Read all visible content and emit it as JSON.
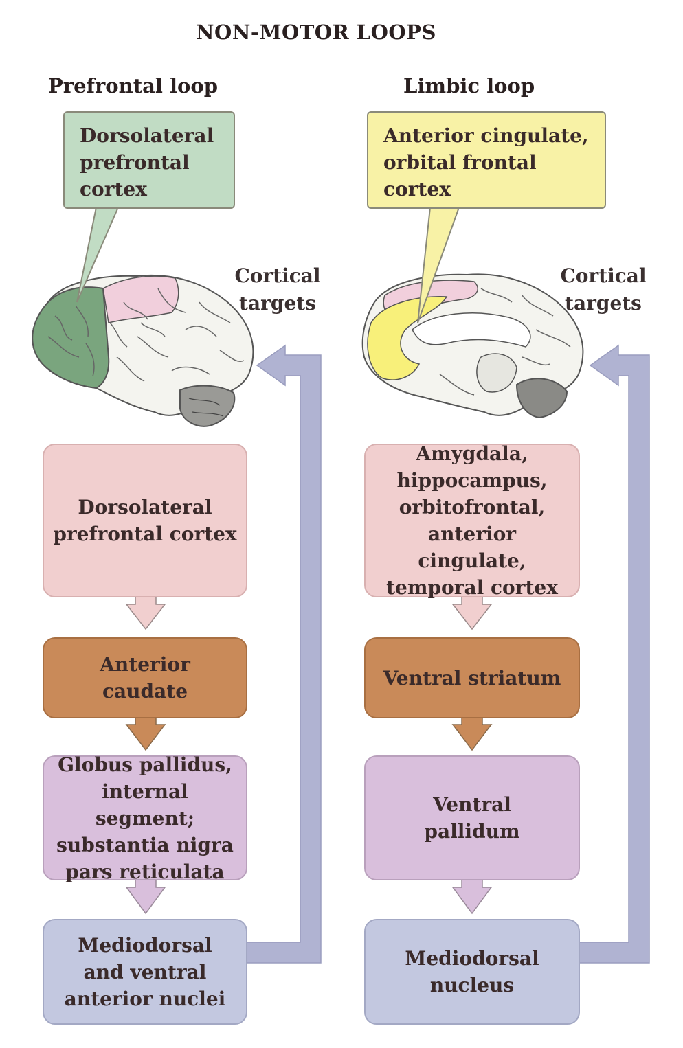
{
  "title": "NON-MOTOR LOOPS",
  "colors": {
    "cortex_box": "#f1cfcf",
    "striatum_box": "#c98a59",
    "pallidum_box": "#d9bfdc",
    "thalamus_box": "#c3c8e0",
    "feedback_arrow": "#b0b3d2",
    "green_callout": "#c1dcc4",
    "yellow_callout": "#f8f2a6"
  },
  "prefrontal": {
    "loop_title": "Prefrontal loop",
    "callout": "Dorsolateral\nprefrontal\ncortex",
    "cortical_targets": "Cortical\ntargets",
    "boxes": {
      "cortex": "Dorsolateral\nprefrontal cortex",
      "striatum": "Anterior\ncaudate",
      "pallidum": "Globus pallidus,\ninternal segment;\nsubstantia nigra\npars reticulata",
      "thalamus": "Mediodorsal\nand ventral\nanterior nuclei"
    }
  },
  "limbic": {
    "loop_title": "Limbic loop",
    "callout": "Anterior cingulate,\norbital frontal\ncortex",
    "cortical_targets": "Cortical\ntargets",
    "boxes": {
      "cortex": "Amygdala,\nhippocampus,\norbitofrontal,\nanterior cingulate,\ntemporal cortex",
      "striatum": "Ventral striatum",
      "pallidum": "Ventral\npallidum",
      "thalamus": "Mediodorsal\nnucleus"
    }
  }
}
